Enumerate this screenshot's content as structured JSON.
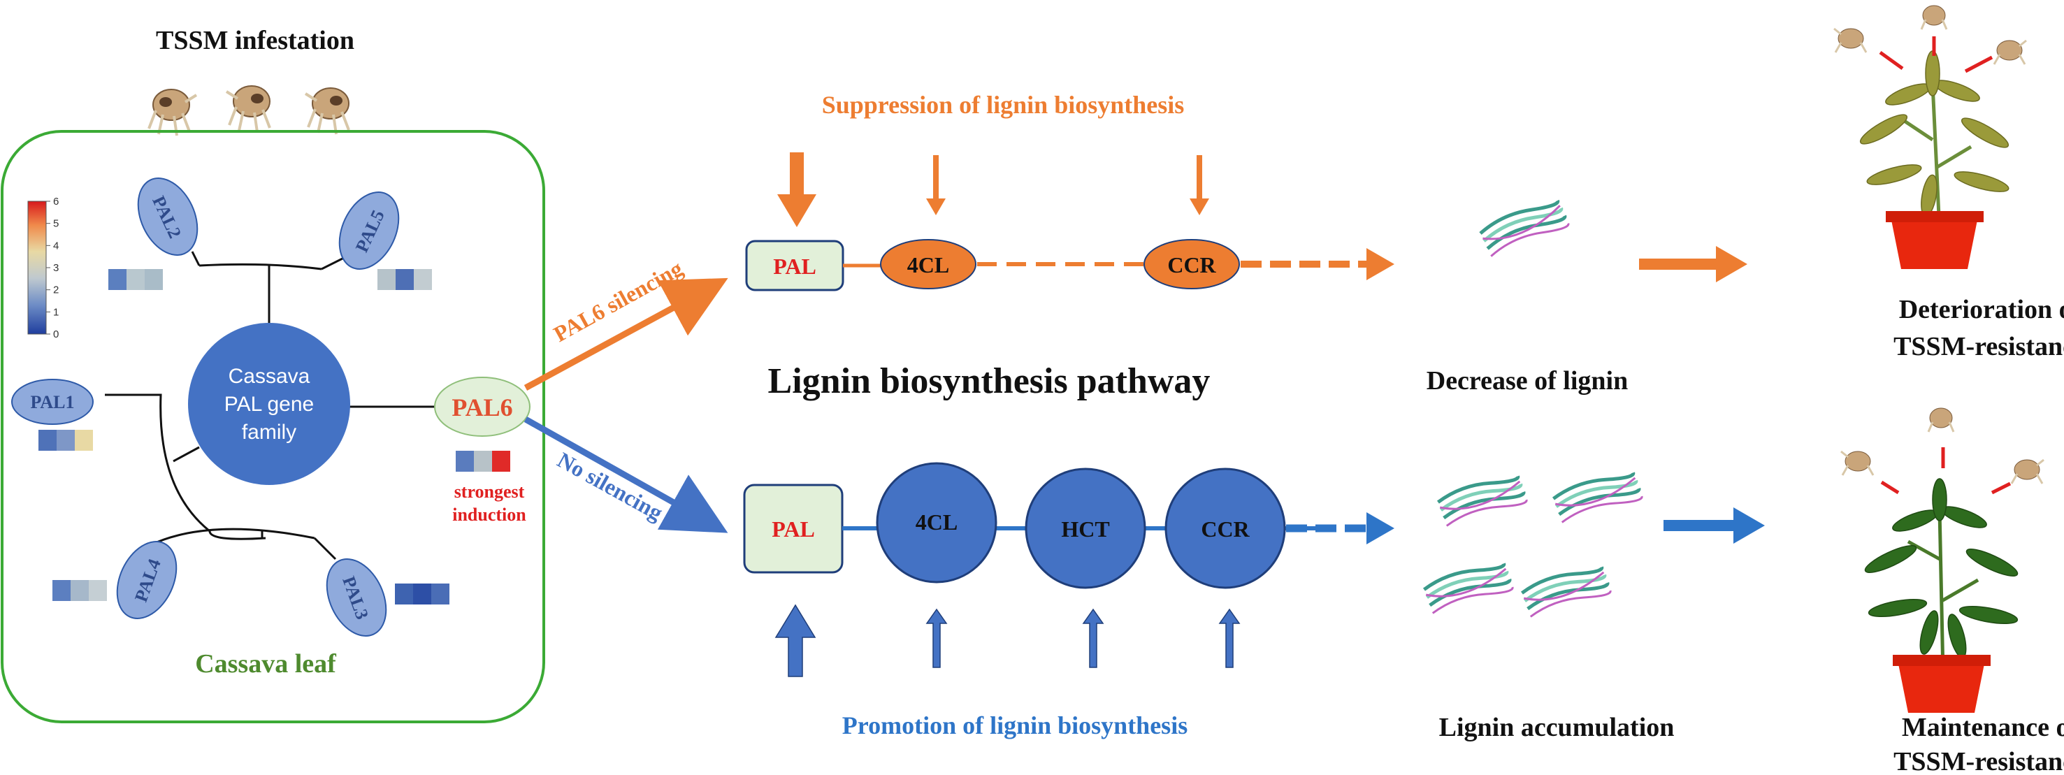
{
  "colors": {
    "orange": "#ED7D31",
    "blue": "#4472C4",
    "darkblue": "#2E5AA8",
    "red": "#E02020",
    "green_border": "#3BAA35",
    "leaf_label_green": "#4E8A2E",
    "pal_box_fill": "#E2F0D9",
    "pal_ellipse_fill": "#8FAADC"
  },
  "left_panel": {
    "title": "TSSM infestation",
    "panel_label": "Cassava leaf",
    "center_node": [
      "Cassava",
      "PAL gene",
      "family"
    ],
    "colorbar_ticks": [
      "6",
      "5",
      "4",
      "3",
      "2",
      "1",
      "0"
    ],
    "genes": [
      {
        "label": "PAL2",
        "heat": [
          "#5B7FBF",
          "#B9C8CF",
          "#A9BCC8"
        ]
      },
      {
        "label": "PAL5",
        "heat": [
          "#B6C3CA",
          "#4E6FB5",
          "#C2CCD1"
        ]
      },
      {
        "label": "PAL1",
        "heat": [
          "#4F72B8",
          "#7E97C7",
          "#E8D9A4"
        ]
      },
      {
        "label": "PAL4",
        "heat": [
          "#5C7FC0",
          "#A6B8CA",
          "#C5CFD4"
        ]
      },
      {
        "label": "PAL3",
        "heat": [
          "#3E63B0",
          "#2D4FA6",
          "#4A6DB6"
        ]
      },
      {
        "label": "PAL6",
        "heat": [
          "#5A7CBE",
          "#B7C2C8",
          "#E02A28"
        ]
      }
    ],
    "pal6_note": [
      "strongest",
      "induction"
    ]
  },
  "branches": {
    "silencing_label": "PAL6 silencing",
    "no_silencing_label": "No silencing"
  },
  "pathway": {
    "title": "Lignin biosynthesis pathway",
    "top_label": "Suppression of lignin biosynthesis",
    "bottom_label": "Promotion of lignin biosynthesis",
    "top_nodes": [
      "PAL",
      "4CL",
      "CCR"
    ],
    "bottom_nodes": [
      "PAL",
      "4CL",
      "HCT",
      "CCR"
    ]
  },
  "outcomes": {
    "top_lignin": "Decrease of lignin",
    "bottom_lignin": "Lignin accumulation",
    "top_result": [
      "Deterioration of",
      "TSSM-resistance"
    ],
    "bottom_result": [
      "Maintenance of",
      "TSSM-resistance"
    ]
  }
}
